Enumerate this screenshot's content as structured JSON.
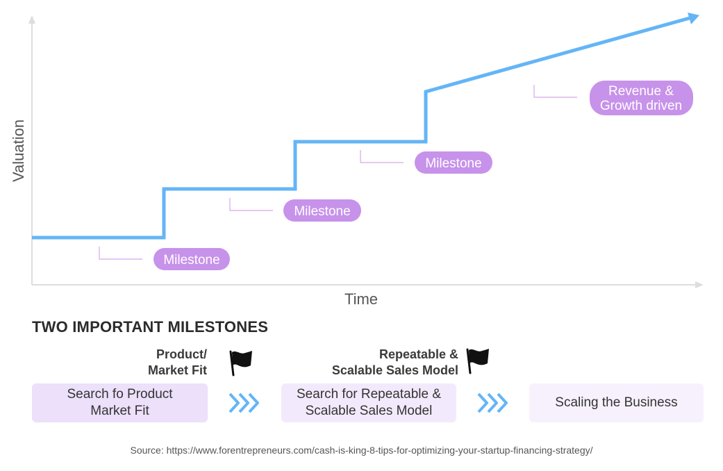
{
  "chart": {
    "y_axis_label": "Valuation",
    "x_axis_label": "Time",
    "milestones": [
      {
        "label": "Milestone",
        "level": 1
      },
      {
        "label": "Milestone",
        "level": 2
      },
      {
        "label": "Milestone",
        "level": 3
      },
      {
        "label": "Revenue & Growth driven",
        "lines": [
          "Revenue &",
          "Growth driven"
        ],
        "level": 4
      }
    ],
    "colors": {
      "line": "#64b5f6",
      "axis": "#dddddd",
      "pill": "#c792ea",
      "connector": "#d6a8ec"
    }
  },
  "section": {
    "title": "TWO IMPORTANT MILESTONES",
    "flag_labels": [
      {
        "lines": [
          "Product/",
          "Market Fit"
        ],
        "icon": "flag-icon"
      },
      {
        "lines": [
          "Repeatable &",
          "Scalable Sales Model"
        ],
        "icon": "flag-icon"
      }
    ],
    "steps": [
      {
        "lines": [
          "Search fo Product",
          "Market Fit"
        ]
      },
      {
        "lines": [
          "Search for Repeatable &",
          "Scalable Sales Model"
        ]
      },
      {
        "lines": [
          "Scaling the Business"
        ]
      }
    ],
    "chevron_icon": "double-chevron-right-icon",
    "chevron_color": "#64b5f6"
  },
  "source": "Source: https://www.forentrepreneurs.com/cash-is-king-8-tips-for-optimizing-your-startup-financing-strategy/"
}
